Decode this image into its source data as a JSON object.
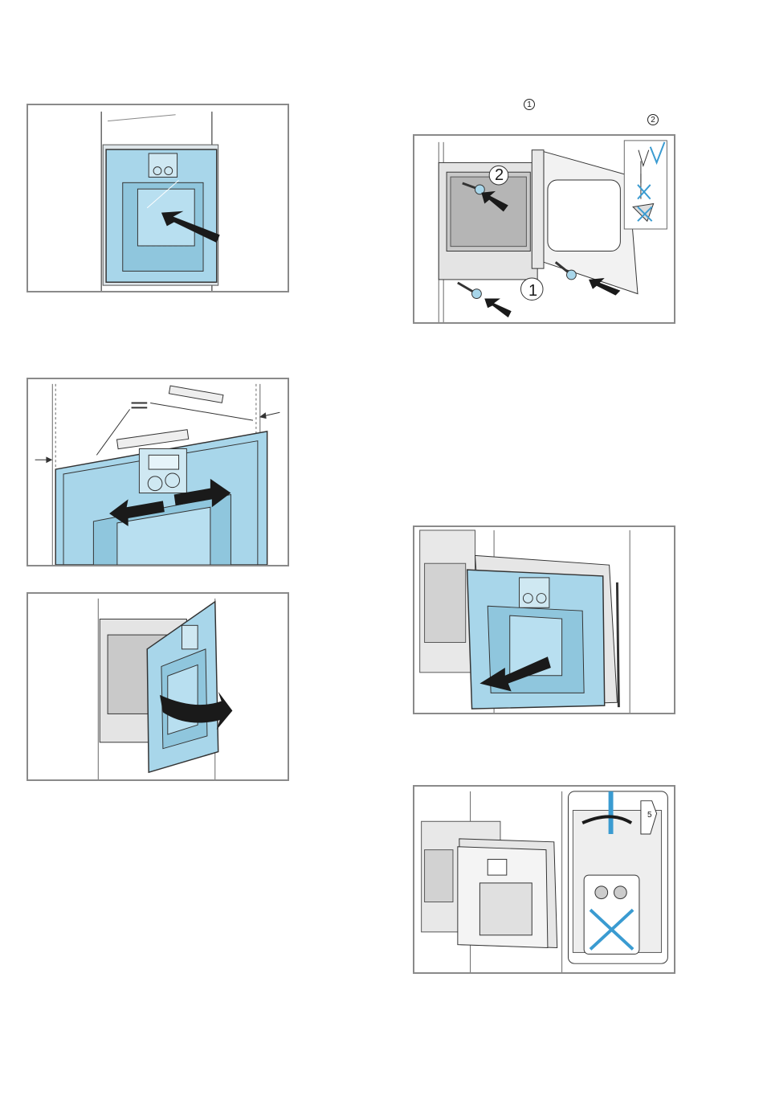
{
  "page": {
    "marker_1": "1",
    "marker_2": "2"
  },
  "figures": {
    "fig_step2": {
      "callout_1": "1",
      "callout_2": "2"
    },
    "fig_step8": {
      "size_label": "5"
    }
  },
  "colors": {
    "appliance_blue": "#a8d6ea",
    "appliance_blue_dark": "#6fb4d2",
    "frame_gray": "#8a8a8a",
    "arrow": "#1a1a1a",
    "check_blue": "#3a9bd1"
  }
}
